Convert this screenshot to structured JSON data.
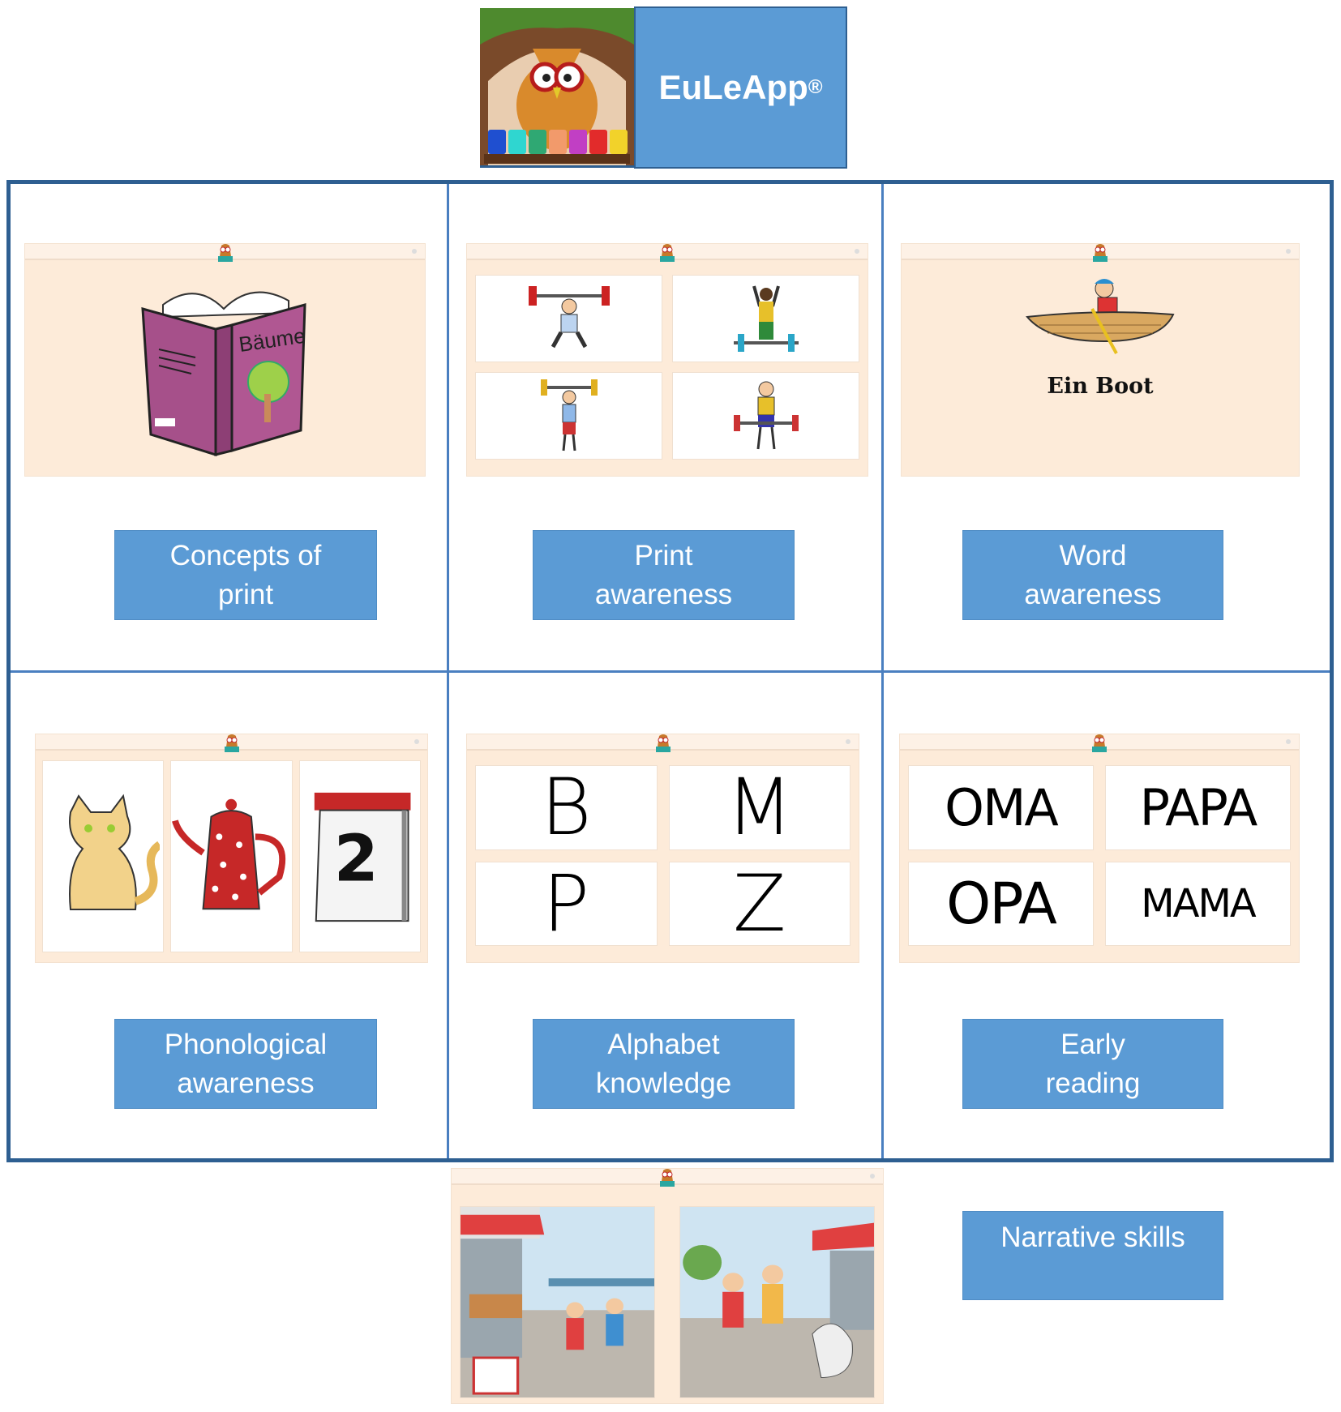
{
  "header": {
    "app_name": "EuLeApp",
    "registered_mark": "®"
  },
  "panels": {
    "concepts": {
      "book_title": "Bäume"
    },
    "word": {
      "caption": "Ein Boot"
    },
    "alphabet": {
      "letters": [
        "B",
        "M",
        "P",
        "Z"
      ]
    },
    "reading": {
      "words": [
        "OMA",
        "PAPA",
        "OPA",
        "MAMA"
      ]
    },
    "phonological": {
      "calendar_number": "2"
    }
  },
  "buttons": {
    "concepts": [
      "Concepts of",
      "print"
    ],
    "print": [
      "Print",
      "awareness"
    ],
    "word": [
      "Word",
      "awareness"
    ],
    "phonological": [
      "Phonological",
      "awareness"
    ],
    "alphabet": [
      "Alphabet",
      "knowledge"
    ],
    "reading": [
      "Early",
      "reading"
    ],
    "narrative": "Narrative skills"
  },
  "colors": {
    "button": "#5b9bd5",
    "border": "#2e5f91",
    "panel": "#fdebd9"
  }
}
